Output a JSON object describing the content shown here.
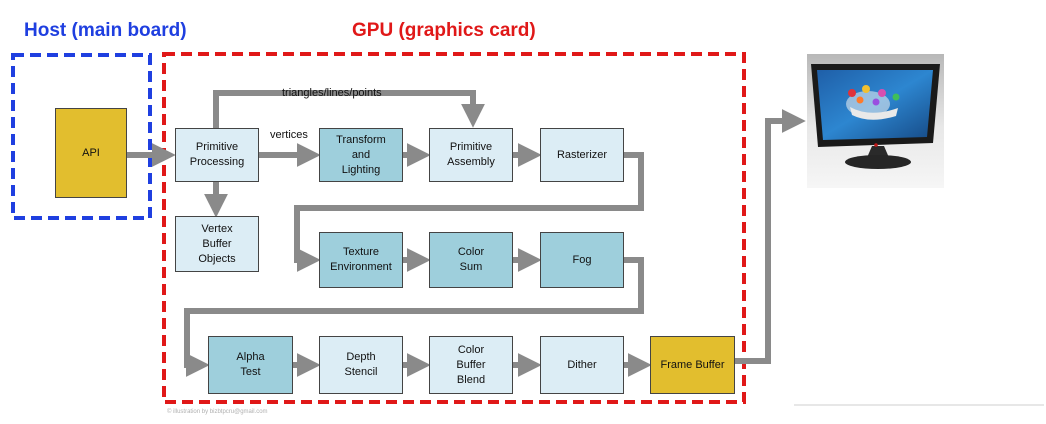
{
  "host": {
    "title": "Host (main board)",
    "color": "#1f3fe0"
  },
  "gpu": {
    "title": "GPU (graphics card)",
    "color": "#e01818"
  },
  "nodes": {
    "api": "API",
    "primitive_processing": "Primitive\nProcessing",
    "vertex_buffer_objects": "Vertex\nBuffer\nObjects",
    "transform_lighting": "Transform\nand\nLighting",
    "primitive_assembly": "Primitive\nAssembly",
    "rasterizer": "Rasterizer",
    "texture_environment": "Texture\nEnvironment",
    "color_sum": "Color\nSum",
    "fog": "Fog",
    "alpha_test": "Alpha\nTest",
    "depth_stencil": "Depth\nStencil",
    "color_buffer_blend": "Color\nBuffer\nBlend",
    "dither": "Dither",
    "frame_buffer": "Frame Buffer"
  },
  "edges": {
    "vertices": "vertices",
    "triangles_lines_points": "triangles/lines/points"
  },
  "credit": "© illustration by bizbtpcru@gmail.com",
  "colors": {
    "light_box": "#dcedf5",
    "mid_box": "#9ecfdc",
    "gold_box": "#e2be2e",
    "arrow": "#8a8a8a"
  }
}
